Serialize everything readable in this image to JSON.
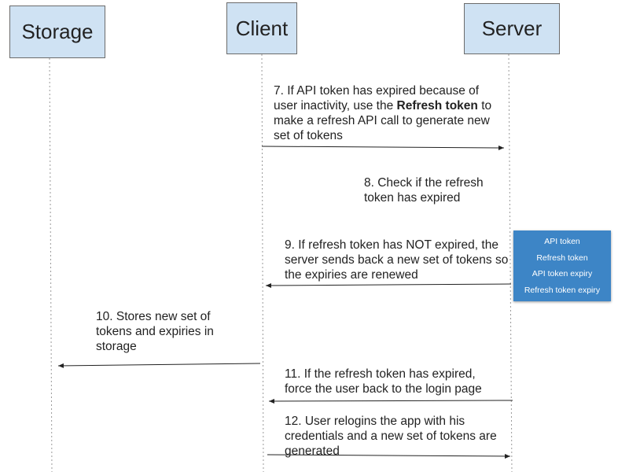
{
  "actors": {
    "storage": "Storage",
    "client": "Client",
    "server": "Server"
  },
  "messages": {
    "step7_a": "7. If API token has expired because of\nuser inactivity, use the ",
    "step7_bold": "Refresh token",
    "step7_b": " to\nmake a refresh API call to generate new\nset of tokens",
    "step8": "8. Check if the refresh\ntoken has expired",
    "step9": "9. If refresh token has NOT expired, the\nserver sends back a new set of tokens so\nthe expiries are renewed",
    "step10": "10. Stores new set of\ntokens and expiries in\nstorage",
    "step11": "11. If the refresh token has expired,\nforce the user back to the login page",
    "step12": "12. User relogins the app with his\ncredentials and a new set of tokens are\ngenerated"
  },
  "token_box": {
    "items": [
      "API token",
      "Refresh token",
      "API token expiry",
      "Refresh token expiry"
    ]
  },
  "colors": {
    "actor_fill": "#cfe2f3",
    "token_fill": "#3d85c6"
  }
}
